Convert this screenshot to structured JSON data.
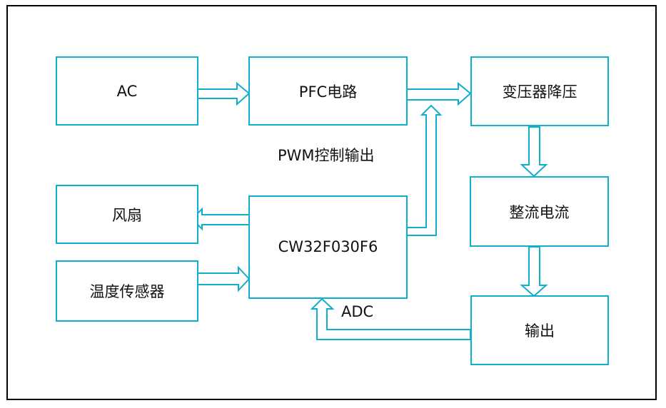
{
  "diagram": {
    "accent_color": "#0fb0cc",
    "blocks": {
      "ac": "AC",
      "pfc": "PFC电路",
      "transformer": "变压器降压",
      "rectifier": "整流电流",
      "output": "输出",
      "mcu": "CW32F030F6",
      "fan": "风扇",
      "temp_sensor": "温度传感器"
    },
    "labels": {
      "pwm": "PWM控制输出",
      "adc": "ADC"
    },
    "connections": [
      {
        "from": "AC",
        "to": "PFC电路"
      },
      {
        "from": "PFC电路",
        "to": "变压器降压"
      },
      {
        "from": "变压器降压",
        "to": "整流电流"
      },
      {
        "from": "整流电流",
        "to": "输出"
      },
      {
        "from": "输出",
        "to": "CW32F030F6",
        "label": "ADC"
      },
      {
        "from": "CW32F030F6",
        "to": "变压器降压",
        "label": "PWM控制输出"
      },
      {
        "from": "CW32F030F6",
        "to": "风扇"
      },
      {
        "from": "温度传感器",
        "to": "CW32F030F6"
      }
    ]
  }
}
